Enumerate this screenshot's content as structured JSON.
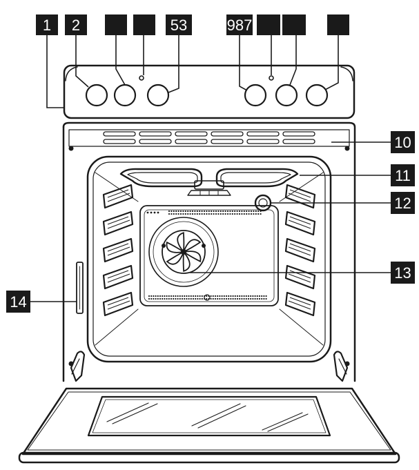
{
  "figure": {
    "callout_labels": [
      "1",
      "2",
      "",
      "",
      "53",
      "987",
      "",
      "",
      "",
      "10",
      "11",
      "12",
      "13",
      "14"
    ]
  },
  "colors": {
    "label_background": "#1a1a1a",
    "label_text": "#ffffff",
    "line": "#1a1a1a",
    "background": "#ffffff"
  }
}
